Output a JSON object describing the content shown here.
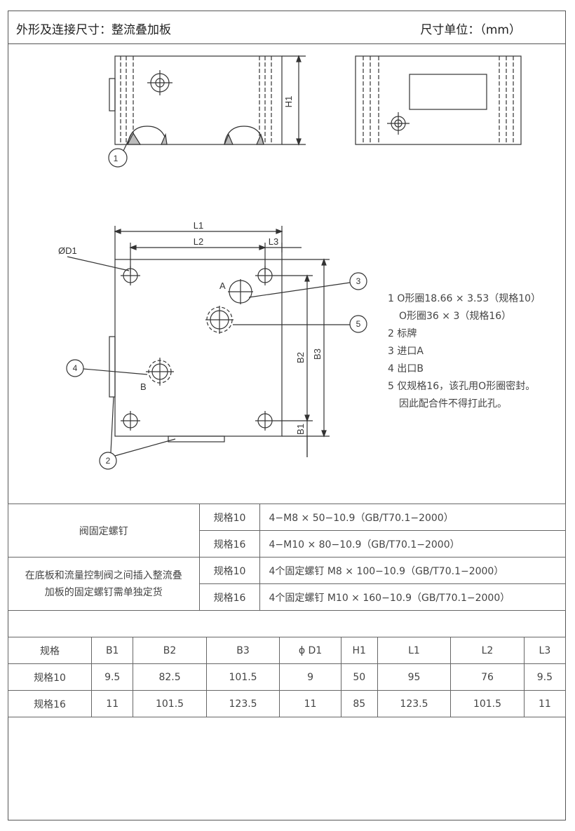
{
  "header": {
    "title": "外形及连接尺寸：整流叠加板",
    "unit": "尺寸单位：（mm）"
  },
  "drawing": {
    "callouts": [
      "1",
      "2",
      "3",
      "4",
      "5"
    ],
    "dims": {
      "L1": "L1",
      "L2": "L2",
      "L3": "L3",
      "D1": "ØD1",
      "H1": "H1",
      "B1": "B1",
      "B2": "B2",
      "B3": "B3"
    },
    "ports": {
      "A": "A",
      "B": "B"
    }
  },
  "notes": [
    "1  O形圈18.66 × 3.53（规格10）",
    "O形圈36 × 3（规格16）",
    "2  标牌",
    "3  进口A",
    "4  出口B",
    "5  仅规格16，该孔用O形圈密封。",
    "因此配合件不得打此孔。"
  ],
  "bolts": {
    "group1_label": "阀固定螺钉",
    "group2_label": "在底板和流量控制阀之间插入整流叠加板的固定螺钉需单独定货",
    "rows": [
      {
        "size": "规格10",
        "spec": "4−M8 × 50−10.9（GB/T70.1−2000）"
      },
      {
        "size": "规格16",
        "spec": "4−M10 × 80−10.9（GB/T70.1−2000）"
      },
      {
        "size": "规格10",
        "spec": "4个固定螺钉   M8 × 100−10.9（GB/T70.1−2000）"
      },
      {
        "size": "规格16",
        "spec": "4个固定螺钉   M10 × 160−10.9（GB/T70.1−2000）"
      }
    ]
  },
  "dimensions": {
    "headers": [
      "规格",
      "B1",
      "B2",
      "B3",
      "ϕ D1",
      "H1",
      "L1",
      "L2",
      "L3"
    ],
    "rows": [
      [
        "规格10",
        "9.5",
        "82.5",
        "101.5",
        "9",
        "50",
        "95",
        "76",
        "9.5"
      ],
      [
        "规格16",
        "11",
        "101.5",
        "123.5",
        "11",
        "85",
        "123.5",
        "101.5",
        "11"
      ]
    ]
  }
}
